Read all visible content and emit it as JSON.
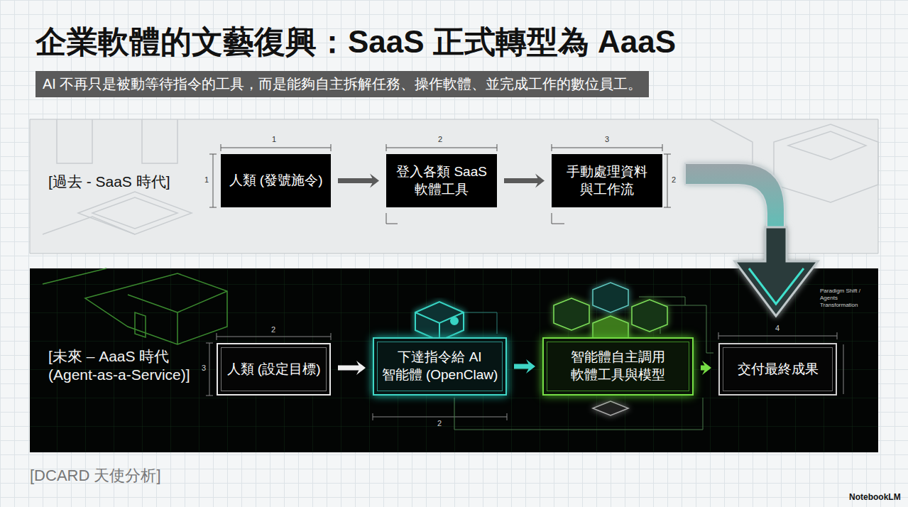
{
  "diagram": {
    "title": "企業軟體的文藝復興：SaaS 正式轉型為 AaaS",
    "caption": "AI 不再只是被動等待指令的工具，而是能夠自主拆解任務、操作軟體、並完成工作的數位員工。",
    "nodes": [
      {
        "text": [
          "[過去 - SaaS 時代]"
        ]
      },
      {
        "text": [
          "人類 (發號施令)"
        ],
        "in": 0
      },
      {
        "text": [
          "登入各類 SaaS 軟體工具"
        ],
        "in": 0
      },
      {
        "text": [
          "手動處理資料 與工作流"
        ],
        "in": 0
      },
      {
        "text": [
          "[未來 – AaaS 時代 (Agent-as-a-Service)]"
        ]
      },
      {
        "text": [
          "人類 (設定目標)"
        ],
        "in": 4
      },
      {
        "text": [
          "下達指令給 AI 智能體 (OpenClaw)"
        ],
        "in": 4
      },
      {
        "text": [
          "智能體自主調用 軟體工具與模型"
        ],
        "in": 4
      },
      {
        "text": [
          "交付最終成果"
        ],
        "in": 4
      }
    ],
    "edges": [
      {
        "from": 1,
        "to": 2,
        "arrow": "to"
      },
      {
        "from": 2,
        "to": 3,
        "arrow": "to"
      },
      {
        "from": 5,
        "to": 6,
        "arrow": "to"
      },
      {
        "from": 6,
        "to": 7,
        "arrow": "to"
      },
      {
        "from": 7,
        "to": 8,
        "arrow": "to"
      }
    ],
    "labels": [
      "1",
      "2",
      "3",
      "1",
      "2",
      "2",
      "3",
      "4",
      "2",
      "Paradigm Shift / Agents Transformation",
      "[DCARD 天使分析]",
      "NotebookLM"
    ]
  }
}
